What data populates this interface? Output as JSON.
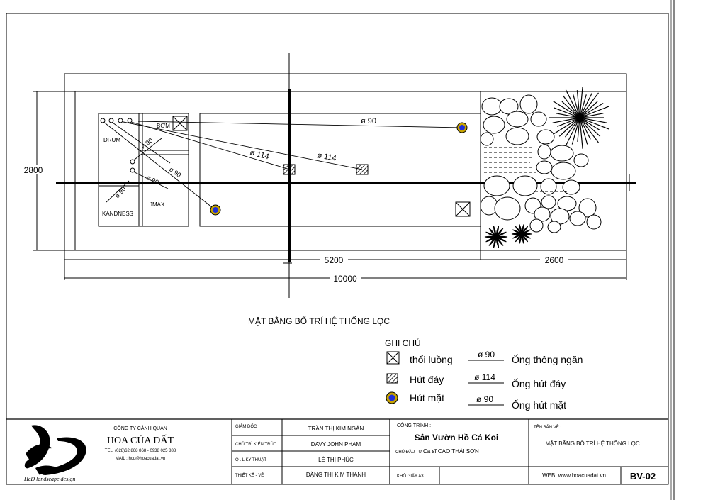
{
  "drawing": {
    "title": "MẶT BẰNG BỐ TRÍ HỆ THỐNG LỌC",
    "dimensions": {
      "height": "2800",
      "part_a": "5200",
      "part_b": "2600",
      "total": "10000"
    },
    "equipment": {
      "pump": "BƠM",
      "drum": "DRUM",
      "kandness": "KANDNESS",
      "jmax": "JMAX"
    },
    "pipe_labels": {
      "p90_top": "ø 90",
      "p114_a": "ø 114",
      "p114_b": "ø 114",
      "p90_a": "ø 90",
      "p90_b": "ø 90",
      "p90_c": "ø 90",
      "p90_d": "ø 90"
    }
  },
  "legend": {
    "title": "GHI CHÚ",
    "items": [
      {
        "symbol": "cross-box-icon",
        "name": "thổi luồng",
        "pipe": "ø 90",
        "desc": "Ống thông ngăn"
      },
      {
        "symbol": "hatched-square-icon",
        "name": "Hút đáy",
        "pipe": "ø 114",
        "desc": "Ống hút đáy"
      },
      {
        "symbol": "blue-dot-icon",
        "name": "Hút mặt",
        "pipe": "ø 90",
        "desc": "Ống hút mặt"
      }
    ]
  },
  "title_block": {
    "company_line": "CÔNG TY CẢNH QUAN",
    "company_name": "HOA CỦA ĐẤT",
    "phone": "TEL: (028)62 868 868 - 0938 025 888",
    "mail": "MAIL : hcd@hoacuadat.vn",
    "logo_caption": "HcD landscape design",
    "roles": [
      {
        "label": "GIÁM ĐỐC",
        "name": "TRẦN THỊ KIM NGÂN"
      },
      {
        "label": "CHỦ TRÌ KIẾN TRÚC",
        "name": "DAVY JOHN PHAM"
      },
      {
        "label": "Q . L KỸ THUẬT",
        "name": "LÊ THỊ PHÚC"
      },
      {
        "label": "THIẾT KẾ - VẼ",
        "name": "ĐẶNG THỊ KIM THANH"
      }
    ],
    "project_label": "CÔNG TRÌNH :",
    "project_name": "Sân Vườn Hồ Cá Koi",
    "investor_label": "CHỦ ĐẦU TƯ :",
    "investor": "Ca sĩ CAO THÁI SƠN",
    "paper": "KHỔ GIẤY A3",
    "sheet_label": "TÊN BẢN VẼ :",
    "sheet_name": "MẶT BẰNG BỐ TRÍ HỆ THỐNG LỌC",
    "web": "WEB: www.hoacuadat.vn",
    "code": "BV-02"
  },
  "colors": {
    "line": "#000000",
    "dot_fill": "#1f2fd6",
    "dot_ring": "#c8a400"
  }
}
